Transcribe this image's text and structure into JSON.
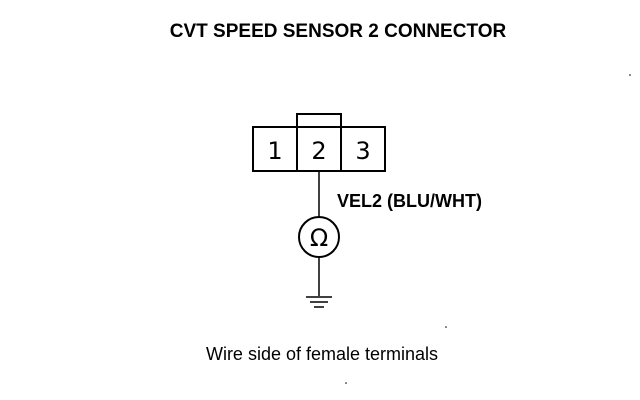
{
  "title": "CVT SPEED SENSOR 2 CONNECTOR",
  "connector": {
    "pins": [
      "1",
      "2",
      "3"
    ]
  },
  "wire_label": "VEL2 (BLU/WHT)",
  "meter_symbol": "Ω",
  "caption": "Wire side of female terminals",
  "colors": {
    "ink": "#000000",
    "background": "#ffffff"
  }
}
